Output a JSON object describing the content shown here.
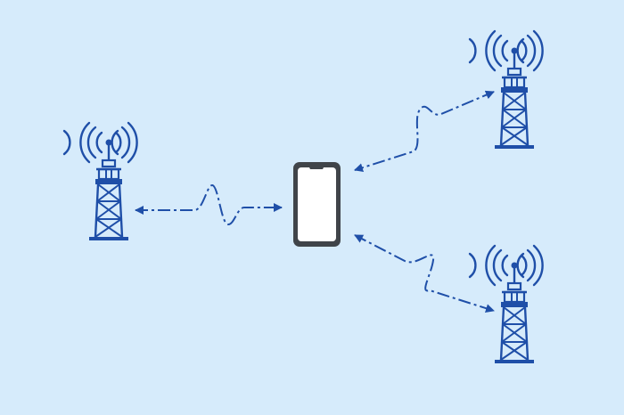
{
  "colors": {
    "background": "#d6ebfb",
    "accent": "#1f4fa8",
    "phone_body": "#404449",
    "phone_screen": "#ffffff"
  },
  "diagram": {
    "nodes": [
      {
        "id": "tower-left",
        "type": "cell-tower",
        "icon": "cell-tower-icon"
      },
      {
        "id": "tower-top-right",
        "type": "cell-tower",
        "icon": "cell-tower-icon"
      },
      {
        "id": "tower-bottom-right",
        "type": "cell-tower",
        "icon": "cell-tower-icon"
      },
      {
        "id": "phone",
        "type": "smartphone",
        "icon": "smartphone-icon"
      }
    ],
    "links": [
      {
        "from": "tower-left",
        "to": "phone",
        "style": "dashed-wave",
        "arrows": "both"
      },
      {
        "from": "tower-top-right",
        "to": "phone",
        "style": "dashed-wave",
        "arrows": "both"
      },
      {
        "from": "tower-bottom-right",
        "to": "phone",
        "style": "dashed-wave",
        "arrows": "both"
      }
    ]
  }
}
